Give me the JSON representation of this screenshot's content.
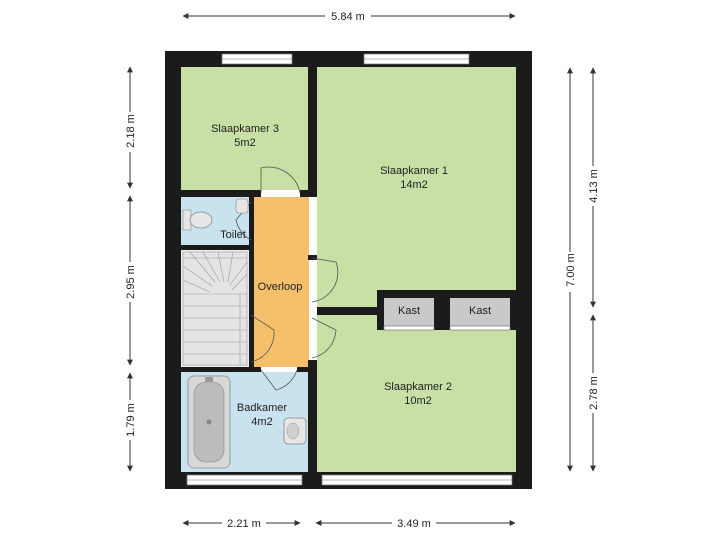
{
  "dimensions": {
    "top_total": "5.84 m",
    "bottom_left": "2.21 m",
    "bottom_right": "3.49 m",
    "left_top": "2.18 m",
    "left_middle": "2.95 m",
    "left_bottom": "1.79 m",
    "right_total": "7.00 m",
    "right_top": "4.13 m",
    "right_bottom": "2.78 m"
  },
  "rooms": {
    "slaapkamer3": {
      "name": "Slaapkamer 3",
      "area": "5m2"
    },
    "slaapkamer1": {
      "name": "Slaapkamer 1",
      "area": "14m2"
    },
    "slaapkamer2": {
      "name": "Slaapkamer 2",
      "area": "10m2"
    },
    "badkamer": {
      "name": "Badkamer",
      "area": "4m2"
    },
    "toilet": {
      "name": "Toilet"
    },
    "overloop": {
      "name": "Overloop"
    },
    "kast1": {
      "name": "Kast"
    },
    "kast2": {
      "name": "Kast"
    }
  },
  "colors": {
    "bedroom": "#c8dfa6",
    "hallway": "#f4c06c",
    "bathroom": "#c9e3ee",
    "storage": "#c9c9c9",
    "stairs": "#e2e2e2",
    "wall": "#1b1b1b"
  }
}
